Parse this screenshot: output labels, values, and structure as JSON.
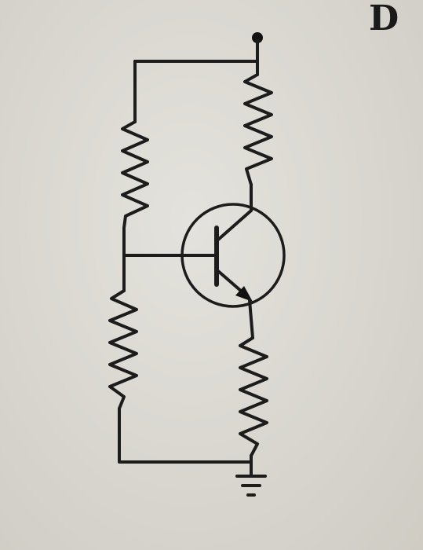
{
  "figure": {
    "panel_label": "D",
    "components": {
      "supply_terminal": "node-dot",
      "bias_resistor_top": "resistor",
      "bias_resistor_bottom": "resistor",
      "collector_resistor": "resistor",
      "emitter_resistor": "resistor",
      "transistor": "npn-bjt",
      "ground": "ground-symbol"
    }
  }
}
